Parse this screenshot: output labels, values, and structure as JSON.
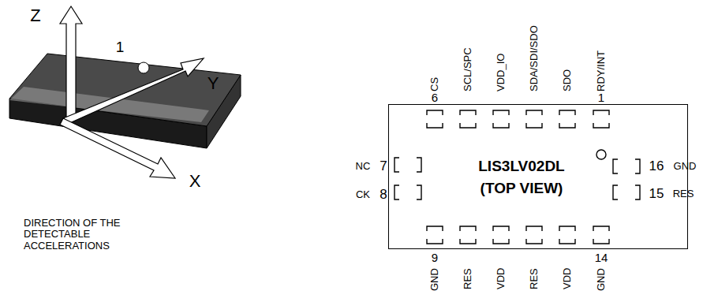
{
  "diagram": {
    "nodes": [
      {
        "text": [
          "LIS3LV02DL",
          "(TOP VIEW)"
        ]
      }
    ],
    "labels": [
      "Z",
      "1",
      "Y",
      "X",
      "DIRECTION OF THE DETECTABLE ACCELERATIONS",
      "CS",
      "SCL/SPC",
      "VDD_IO",
      "SDA/SDI/SDO",
      "SDO",
      "RDY/INT",
      "6",
      "1",
      "NC",
      "7",
      "CK",
      "8",
      "16",
      "GND",
      "15",
      "RES",
      "9",
      "14",
      "GND",
      "RES",
      "VDD",
      "RES",
      "VDD",
      "GND"
    ]
  }
}
